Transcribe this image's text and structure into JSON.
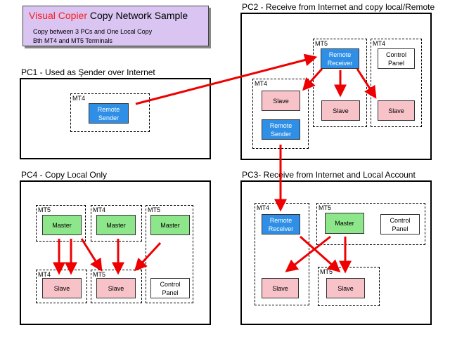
{
  "title_box": {
    "title_red": "Visual Copier",
    "title_rest": " Copy Network Sample",
    "line2": "Copy between 3 PCs and One Local Copy",
    "line3": "Bth MT4 and MT5 Terminals"
  },
  "pc1": {
    "label": "PC1 - Used as Şender over Internet",
    "terminal": "MT4",
    "node": "Remote\nSender"
  },
  "pc2": {
    "label": "PC2 - Receive from Internet and copy local/Remote",
    "terminals": [
      "MT4",
      "MT5",
      "MT4"
    ],
    "nodes": {
      "slave_left": "Slave",
      "sender": "Remote\nSender",
      "receiver": "Remote\nReceiver",
      "slave_mid": "Slave",
      "control": "Control\nPanel",
      "slave_right": "Slave"
    }
  },
  "pc4": {
    "label": "PC4 - Copy Local Only",
    "terminals": [
      "MT5",
      "MT4",
      "MT5",
      "MT4",
      "MT5"
    ],
    "nodes": {
      "master1": "Master",
      "master2": "Master",
      "master3": "Master",
      "slave1": "Slave",
      "slave2": "Slave",
      "control": "Control\nPanel"
    }
  },
  "pc3": {
    "label": "PC3- Receive from Internet and Local Account",
    "terminals": [
      "MT4",
      "MT5",
      "MT5"
    ],
    "nodes": {
      "receiver": "Remote\nReceiver",
      "master": "Master",
      "control": "Control\nPanel",
      "slave1": "Slave",
      "slave2": "Slave"
    }
  },
  "colors": {
    "arrow": "#ee0000",
    "remote_node": "#2f8fe6",
    "master_node": "#8ee68a",
    "slave_node": "#f7c2c8",
    "title_bg": "#d9c4f2"
  }
}
